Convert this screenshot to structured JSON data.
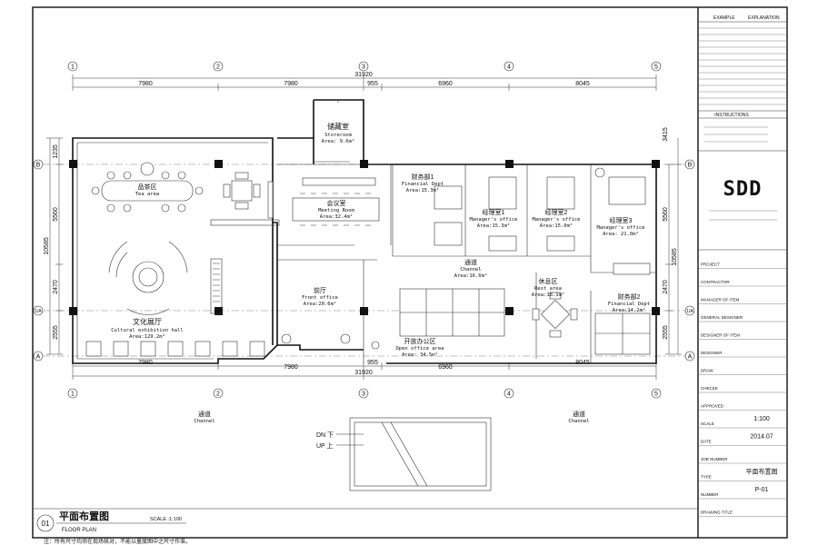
{
  "drawing": {
    "grid_cols": [
      "1",
      "2",
      "3",
      "4",
      "5"
    ],
    "grid_rows": [
      "B",
      "1/A",
      "A"
    ],
    "dims_top": {
      "total": "31920",
      "segments": [
        "7980",
        "7980",
        "955",
        "6960",
        "8045"
      ],
      "storeroom_depth": "3415"
    },
    "dims_bottom": {
      "total": "31920",
      "segments": [
        "7980",
        "7980",
        "955",
        "6960",
        "8045"
      ]
    },
    "dims_left": {
      "total": "10585",
      "segments": [
        "1235",
        "5560",
        "2470",
        "2555"
      ]
    },
    "dims_right": {
      "total": "10585",
      "segments": [
        "5560",
        "2470",
        "2555"
      ]
    },
    "rooms": [
      {
        "zh": "储藏室",
        "en": "Storeroom",
        "area": "Area: 9.6m²"
      },
      {
        "zh": "品茶区",
        "en": "Tea area",
        "area": ""
      },
      {
        "zh": "会议室",
        "en": "Meeting Room",
        "area": "Area:32.4m²"
      },
      {
        "zh": "财务部1",
        "en": "Financial Dept",
        "area": "Area:15.3m²"
      },
      {
        "zh": "经理室1",
        "en": "Manager's office",
        "area": "Area:15.3m²"
      },
      {
        "zh": "经理室2",
        "en": "Manager's office",
        "area": "Area:15.0m²"
      },
      {
        "zh": "经理室3",
        "en": "Manager's office",
        "area": "Area: 21.0m²"
      },
      {
        "zh": "通道",
        "en": "Channel",
        "area": "Area:16.6m²"
      },
      {
        "zh": "休息区",
        "en": "Rest area",
        "area": "Area:18.1m²"
      },
      {
        "zh": "财务部2",
        "en": "Financial Dept",
        "area": "Area:14.2m²"
      },
      {
        "zh": "前厅",
        "en": "Front office",
        "area": "Area:20.6m²"
      },
      {
        "zh": "文化展厅",
        "en": "Cultural exhibition hall",
        "area": "Area:129.2m²"
      },
      {
        "zh": "开放办公区",
        "en": "Open office area",
        "area": "Area: 34.5m²"
      }
    ],
    "channel_left": {
      "zh": "通道",
      "en": "Channel"
    },
    "channel_right": {
      "zh": "通道",
      "en": "Channel"
    },
    "stair_dn": "DN 下",
    "stair_up": "UP 上",
    "title_number": "01",
    "title_zh": "平面布置图",
    "title_en": "FLOOR PLAN",
    "scale": "SCALE :1:100",
    "note": "注：所有尺寸均须在现场核对，不能以量度图中之尺寸作准。"
  },
  "title_block": {
    "header": [
      "EXAMPLE",
      "EXPLANATION"
    ],
    "instructions": "INSTRUCTIONS",
    "logo": "SDD",
    "fields": [
      {
        "label": "PROJECT",
        "value": ""
      },
      {
        "label": "CONTRACTOR",
        "value": ""
      },
      {
        "label": "MANAGER OF ITEM",
        "value": ""
      },
      {
        "label": "GENERAL DESIGNER",
        "value": ""
      },
      {
        "label": "DESIGNER OF ITEM",
        "value": ""
      },
      {
        "label": "DESIGNER",
        "value": ""
      },
      {
        "label": "DRAW",
        "value": ""
      },
      {
        "label": "CHECKE",
        "value": ""
      },
      {
        "label": "APPROVED",
        "value": ""
      },
      {
        "label": "SCALE",
        "value": "1:100"
      },
      {
        "label": "DATE",
        "value": "2014.07"
      },
      {
        "label": "JOB NUMBER",
        "value": ""
      },
      {
        "label": "TYPE",
        "value": "平面布置图"
      },
      {
        "label": "NUMBER",
        "value": "P-01"
      },
      {
        "label": "DRAWING TITLE",
        "value": ""
      }
    ]
  }
}
